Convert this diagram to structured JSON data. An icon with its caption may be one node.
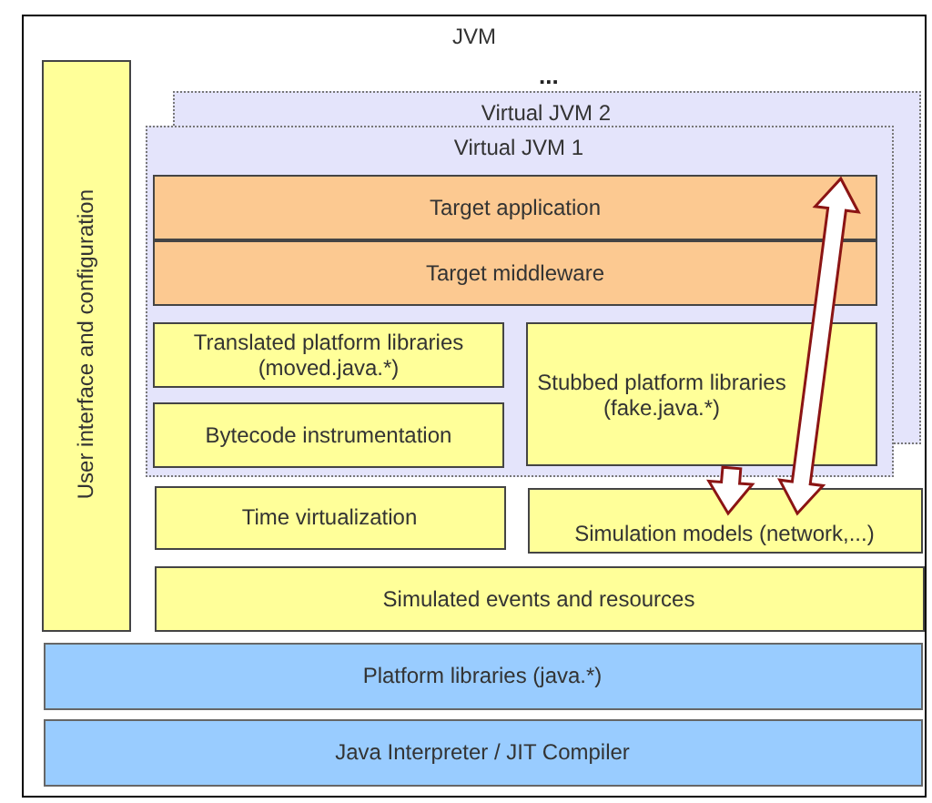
{
  "diagram": {
    "nodes": [
      {
        "text": [
          "JVM"
        ]
      },
      {
        "text": [
          "User interface and configuration"
        ],
        "in": 0
      },
      {
        "text": [
          "Virtual JVM 2"
        ],
        "in": 0
      },
      {
        "text": [
          "Virtual JVM 1"
        ],
        "in": 0
      },
      {
        "text": [
          "Target application"
        ],
        "in": 3
      },
      {
        "text": [
          "Target middleware"
        ],
        "in": 3
      },
      {
        "text": [
          "Translated platform libraries (moved.java.*)"
        ],
        "in": 3
      },
      {
        "text": [
          "Bytecode instrumentation"
        ],
        "in": 3
      },
      {
        "text": [
          "Stubbed platform libraries (fake.java.*)"
        ],
        "in": 3
      },
      {
        "text": [
          "Time virtualization"
        ],
        "in": 0
      },
      {
        "text": [
          "Simulation models (network,...)"
        ],
        "in": 0
      },
      {
        "text": [
          "Simulated events and resources"
        ],
        "in": 0
      },
      {
        "text": [
          "Platform libraries (java.*)"
        ],
        "in": 0
      },
      {
        "text": [
          "Java Interpreter / JIT Compiler"
        ],
        "in": 0
      }
    ],
    "edges": [
      {
        "from": 8,
        "to": 10,
        "arrow": "to"
      },
      {
        "from": 10,
        "to": 4,
        "arrow": "both"
      }
    ],
    "labels": [
      "..."
    ]
  }
}
